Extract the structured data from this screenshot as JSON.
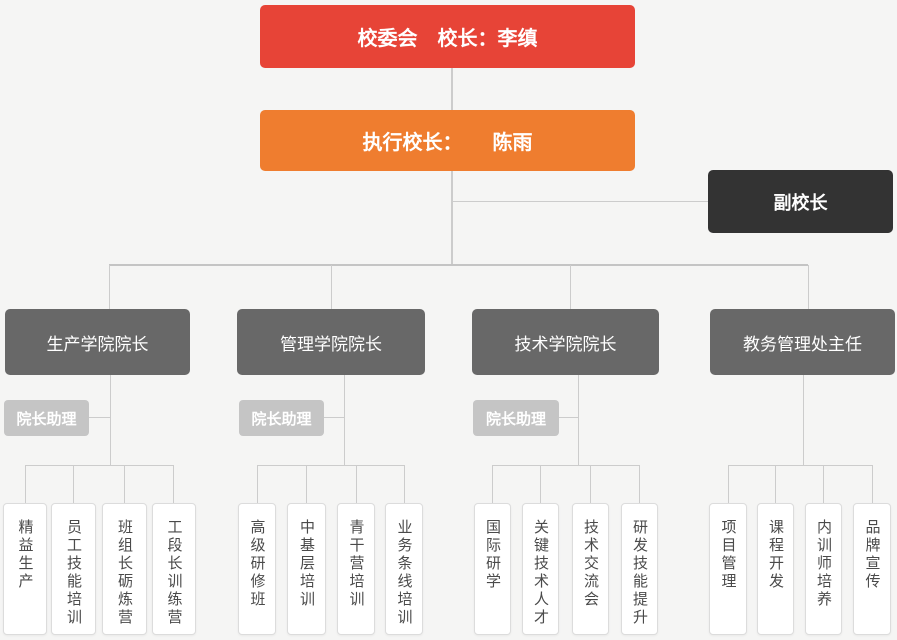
{
  "org": {
    "level1": {
      "label": "校委会　校长：李缜"
    },
    "level2": {
      "label": "执行校长：　　陈雨"
    },
    "vice": {
      "label": "副校长"
    },
    "assistant_label": "院长助理",
    "branches": [
      {
        "label": "生产学院院长",
        "assistant": "院长助理",
        "children": [
          "精益生产",
          "员工技能培训",
          "班组长砺炼营",
          "工段长训练营"
        ]
      },
      {
        "label": "管理学院院长",
        "assistant": "院长助理",
        "children": [
          "高级研修班",
          "中基层培训",
          "青干营培训",
          "业务条线培训"
        ]
      },
      {
        "label": "技术学院院长",
        "assistant": "院长助理",
        "children": [
          "国际研学",
          "关键技术人才",
          "技术交流会",
          "研发技能提升"
        ]
      },
      {
        "label": "教务管理处主任",
        "children": [
          "项目管理",
          "课程开发",
          "内训师培养",
          "品牌宣传"
        ]
      }
    ],
    "colors": {
      "root": "#e74437",
      "executive": "#ef7d2f",
      "vice": "#333333",
      "dean": "#686868",
      "badge": "#c5c5c5",
      "connector": "#cccccc",
      "background": "#f5f5f4"
    }
  }
}
